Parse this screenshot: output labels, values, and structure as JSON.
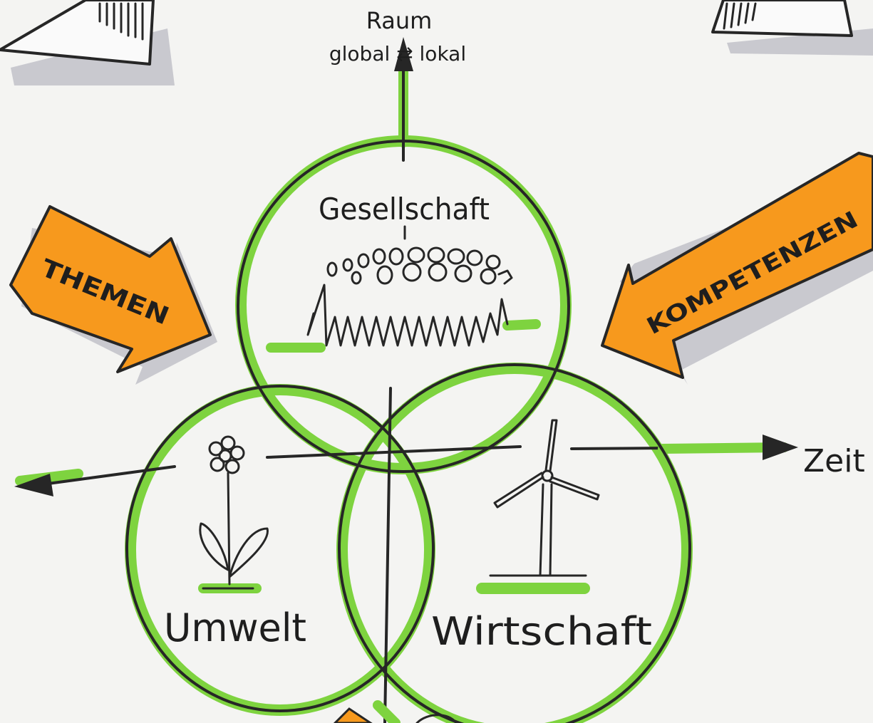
{
  "axes": {
    "space_title": "Raum",
    "space_range": "global ⇄ lokal",
    "time_label": "Zeit"
  },
  "circles": {
    "society": "Gesellschaft",
    "environment": "Umwelt",
    "economy": "Wirtschaft"
  },
  "arrows": {
    "themes": "THEMEN",
    "competencies": "KOMPETENZEN"
  },
  "icons": {
    "society": "people-crowd-icon",
    "environment": "flower-icon",
    "economy": "wind-turbine-icon"
  },
  "colors": {
    "green": "#7ed33f",
    "orange": "#f7991d",
    "ink": "#262626"
  }
}
